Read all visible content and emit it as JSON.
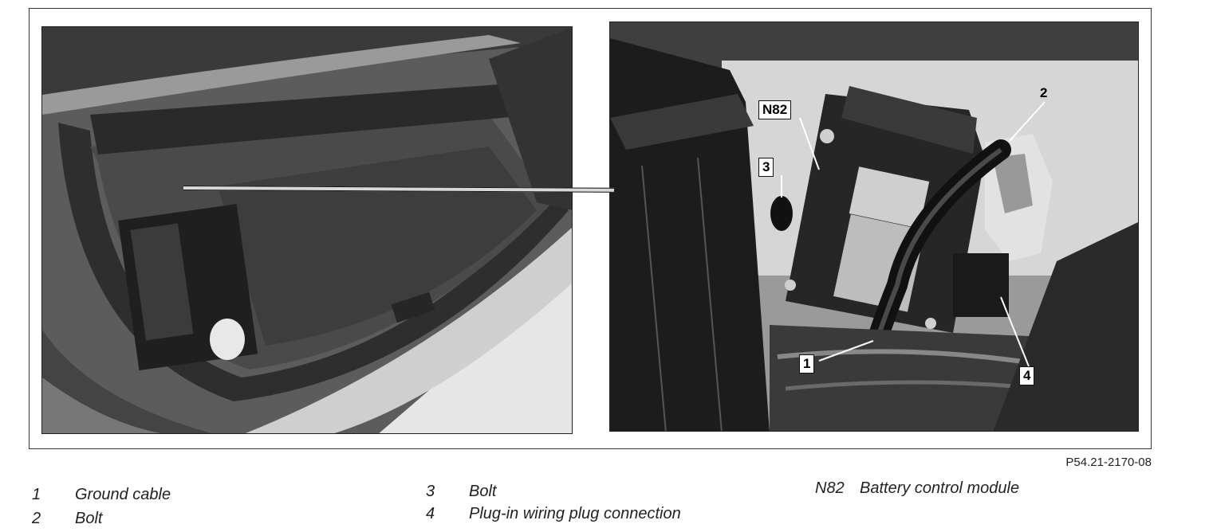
{
  "figure": {
    "id": "P54.21-2170-08",
    "callouts": {
      "n82": "N82",
      "c1": "1",
      "c2": "2",
      "c3": "3",
      "c4": "4"
    }
  },
  "legend": {
    "items": [
      {
        "num": "1",
        "label": "Ground cable"
      },
      {
        "num": "2",
        "label": "Bolt"
      },
      {
        "num": "3",
        "label": "Bolt"
      },
      {
        "num": "4",
        "label": "Plug-in wiring plug connection"
      },
      {
        "num": "N82",
        "label": "Battery control module"
      }
    ]
  },
  "colors": {
    "background": "#ffffff",
    "frame": "#333333",
    "photo_dark": "#2a2a2a",
    "photo_mid": "#7a7a7a",
    "photo_light": "#d9d9d9"
  }
}
